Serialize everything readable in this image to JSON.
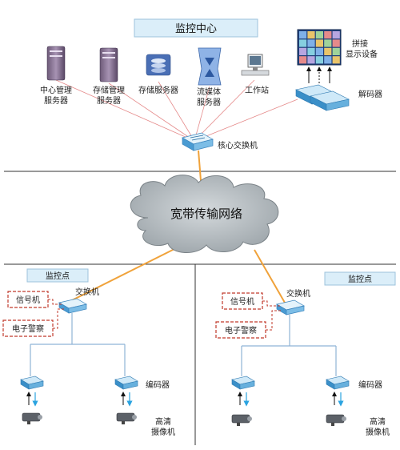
{
  "header": {
    "title": "监控中心"
  },
  "center": {
    "server1": [
      "中心管理",
      "服务器"
    ],
    "server2": [
      "存储管理",
      "服务器"
    ],
    "storage": "存储服务器",
    "stream": [
      "流媒体",
      "服务器"
    ],
    "workstation": "工作站",
    "display": [
      "拼接",
      "显示设备"
    ],
    "decoder": "解码器",
    "core_switch": "核心交换机"
  },
  "network": {
    "label": "宽带传输网络"
  },
  "left_site": {
    "title": "监控点",
    "switch": "交换机",
    "signal": "信号机",
    "police": "电子警察",
    "encoder": "编码器",
    "camera": [
      "高清",
      "摄像机"
    ]
  },
  "right_site": {
    "title": "监控点",
    "switch": "交换机",
    "signal": "信号机",
    "police": "电子警察",
    "encoder": "编码器",
    "camera": [
      "高清",
      "摄像机"
    ]
  },
  "colors": {
    "title_bg": "#dbeef9",
    "title_border": "#9cc3dc",
    "orange_line": "#f0a23a",
    "red_line": "#e58a8a",
    "blue_line": "#8fb3d6",
    "dash_red": "#c0392b",
    "cloud": "#b8bfc4"
  }
}
